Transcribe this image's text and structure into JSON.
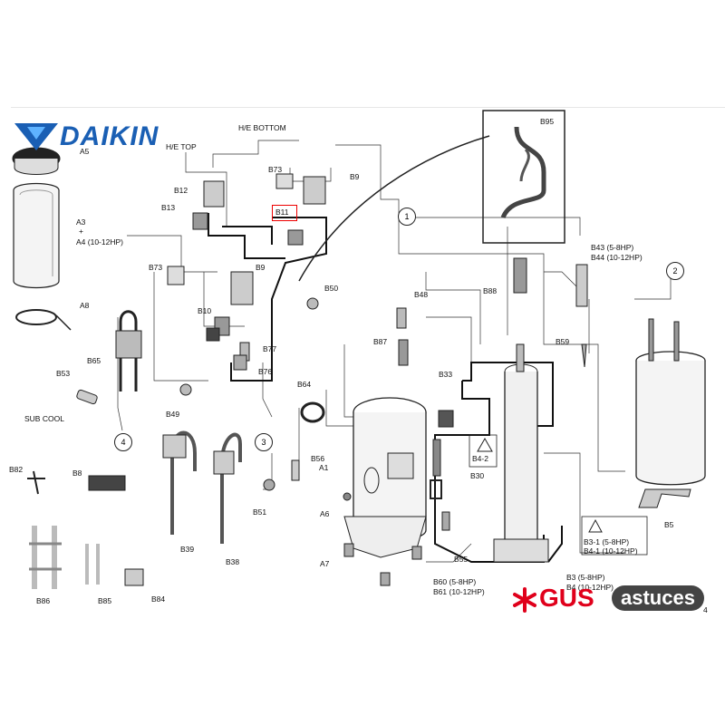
{
  "brand": {
    "name": "DAIKIN",
    "color": "#1a5fb4"
  },
  "watermark": {
    "part1": "GUS",
    "part2": "astuces",
    "color": "#e0001b"
  },
  "labels": {
    "A5": "A5",
    "A3": "A3",
    "plus": "+",
    "A4": "A4 (10-12HP)",
    "A8": "A8",
    "B65": "B65",
    "B53": "B53",
    "subcool": "SUB COOL",
    "he_bottom": "H/E BOTTOM",
    "he_top": "H/E TOP",
    "B73a": "B73",
    "B73b": "B73",
    "B9a": "B9",
    "B9b": "B9",
    "B12": "B12",
    "B13": "B13",
    "B11": "B11",
    "B10": "B10",
    "B77": "B77",
    "B76": "B76",
    "B50": "B50",
    "B49": "B49",
    "B64": "B64",
    "B56": "B56",
    "B51": "B51",
    "B39": "B39",
    "B38": "B38",
    "B82": "B82",
    "B8": "B8",
    "B86": "B86",
    "B85": "B85",
    "B84": "B84",
    "A1": "A1",
    "A6": "A6",
    "A7": "A7",
    "B48": "B48",
    "B87": "B87",
    "B33": "B33",
    "B4_2": "B4-2",
    "B30": "B30",
    "B55": "B55",
    "B60": "B60 (5-8HP)",
    "B61": "B61 (10-12HP)",
    "B88": "B88",
    "B95": "B95",
    "B43": "B43 (5-8HP)",
    "B44": "B44 (10-12HP)",
    "B59": "B59",
    "B5": "B5",
    "B3_1": "B3-1 (5-8HP)",
    "B4_1": "B4-1 (10-12HP)",
    "B3": "B3 (5-8HP)",
    "B4": "B4 (10-12HP)",
    "page_corner": "4"
  },
  "circles": {
    "c1": "1",
    "c2": "2",
    "c3": "3",
    "c4": "4"
  }
}
